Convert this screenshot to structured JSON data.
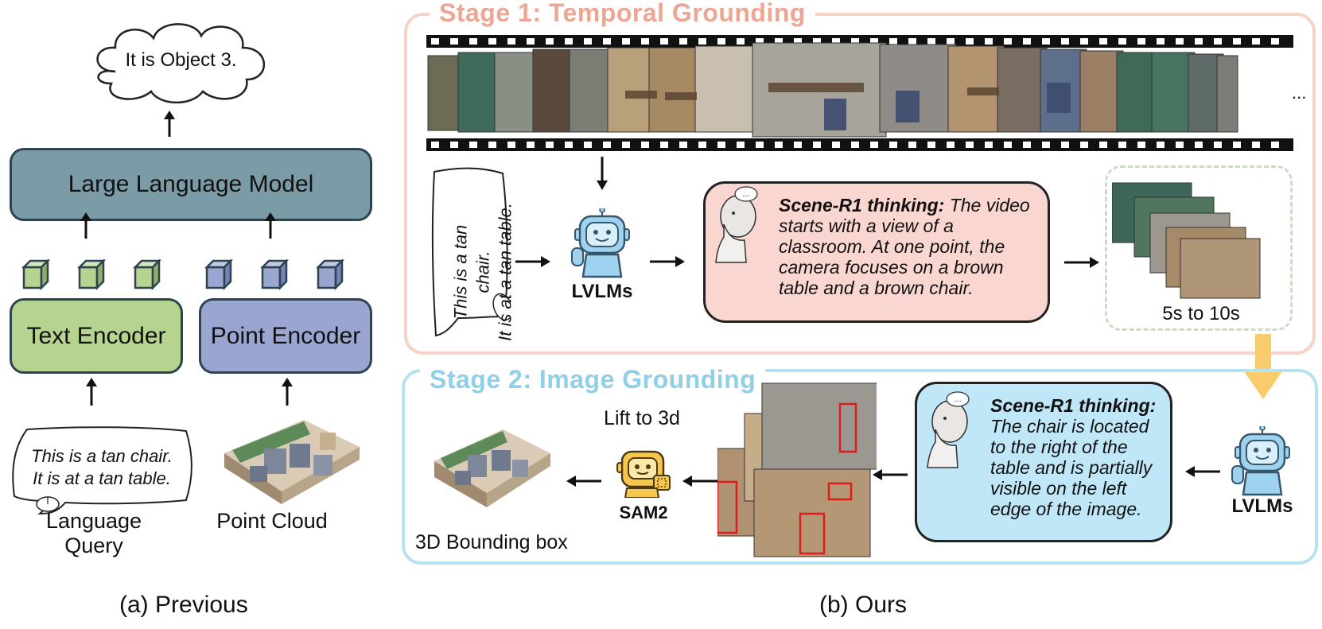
{
  "previous": {
    "cloud_text": "It is Object 3.",
    "llm_label": "Large Language Model",
    "text_encoder_label": "Text Encoder",
    "point_encoder_label": "Point Encoder",
    "query_line1": "This is a tan chair.",
    "query_line2": "It is at a tan table.",
    "language_query_label": "Language Query",
    "point_cloud_label": "Point Cloud",
    "caption": "(a) Previous",
    "colors": {
      "llm": "#7b9ba7",
      "text_encoder": "#b6d48f",
      "point_encoder": "#9aa6d0"
    }
  },
  "ours": {
    "caption": "(b) Ours",
    "stage1": {
      "title": "Stage 1: Temporal Grounding",
      "color": "#eca693",
      "ellipsis": "...",
      "scroll_line1": "This is a tan chair.",
      "scroll_line2": "It is at a tan table.",
      "lvlm_label": "LVLMs",
      "thinking_label": "Scene-R1 thinking:",
      "thinking_text": "The video starts with a view of a classroom. At one point, the camera focuses on a brown table and a brown chair.",
      "segment_label": "5s to 10s"
    },
    "stage2": {
      "title": "Stage 2: Image Grounding",
      "color": "#8fcfe8",
      "lvlm_label": "LVLMs",
      "thinking_label": "Scene-R1 thinking:",
      "thinking_text": "The chair is located to the right of the table and is partially visible on the left edge of the image.",
      "lift_label": "Lift to 3d",
      "sam_label": "SAM2",
      "bbox_label": "3D Bounding box"
    }
  }
}
